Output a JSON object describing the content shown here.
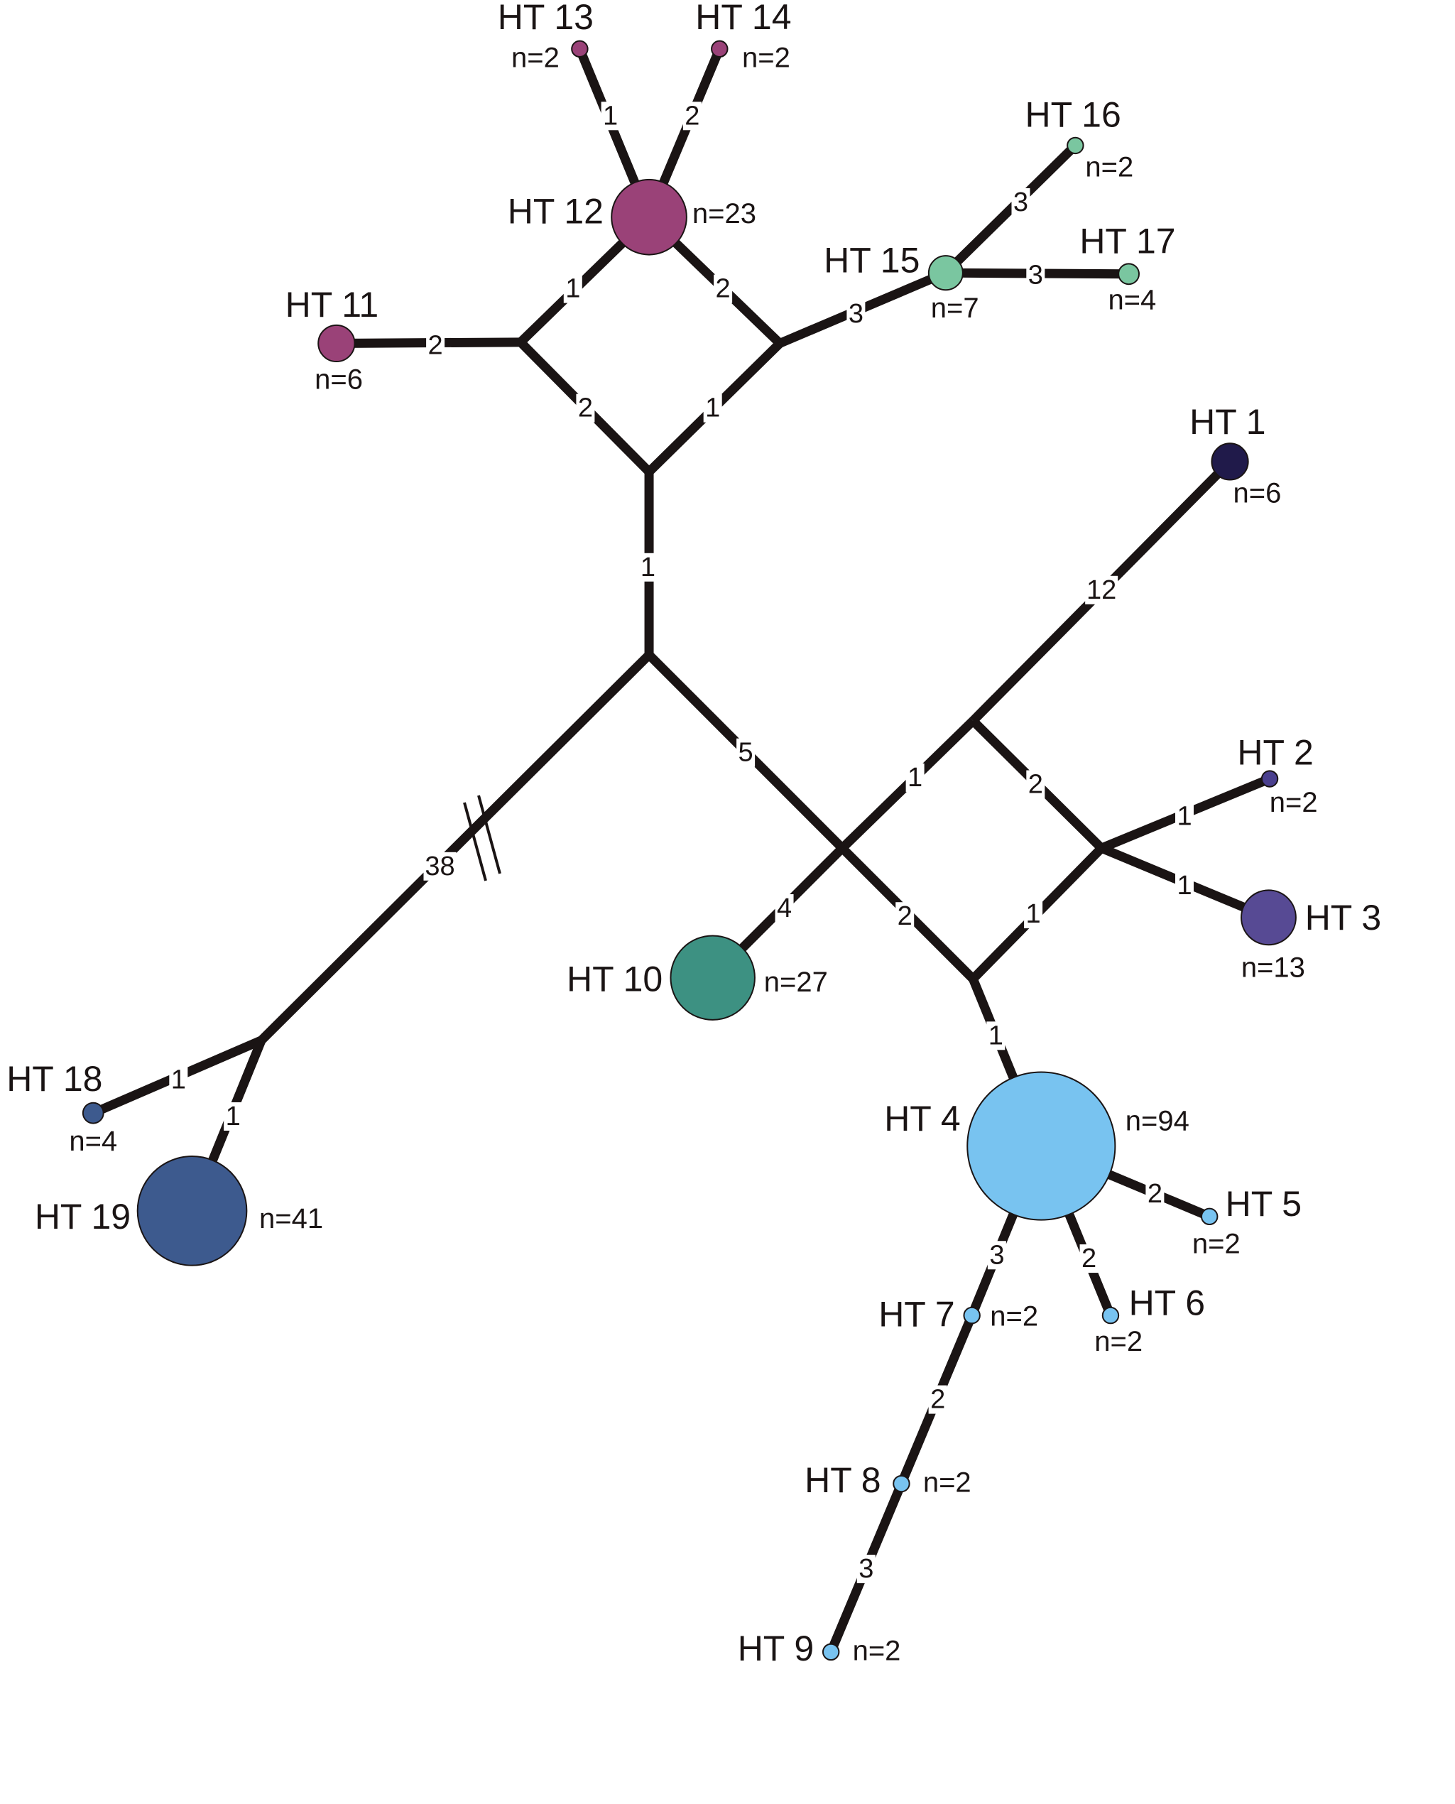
{
  "haplotypes": [
    {
      "id": "HT1",
      "name": "HT 1",
      "count": "n=6",
      "color": "#201a4a"
    },
    {
      "id": "HT2",
      "name": "HT 2",
      "count": "n=2",
      "color": "#4a3f8e"
    },
    {
      "id": "HT3",
      "name": "HT 3",
      "count": "n=13",
      "color": "#574a94"
    },
    {
      "id": "HT4",
      "name": "HT 4",
      "count": "n=94",
      "color": "#78c3f0"
    },
    {
      "id": "HT5",
      "name": "HT 5",
      "count": "n=2",
      "color": "#78c3f0"
    },
    {
      "id": "HT6",
      "name": "HT 6",
      "count": "n=2",
      "color": "#78c3f0"
    },
    {
      "id": "HT7",
      "name": "HT 7",
      "count": "n=2",
      "color": "#78c3f0"
    },
    {
      "id": "HT8",
      "name": "HT 8",
      "count": "n=2",
      "color": "#78c3f0"
    },
    {
      "id": "HT9",
      "name": "HT 9",
      "count": "n=2",
      "color": "#78c3f0"
    },
    {
      "id": "HT10",
      "name": "HT 10",
      "count": "n=27",
      "color": "#3d9182"
    },
    {
      "id": "HT11",
      "name": "HT 11",
      "count": "n=6",
      "color": "#9a4278"
    },
    {
      "id": "HT12",
      "name": "HT 12",
      "count": "n=23",
      "color": "#9a4278"
    },
    {
      "id": "HT13",
      "name": "HT 13",
      "count": "n=2",
      "color": "#9a4278"
    },
    {
      "id": "HT14",
      "name": "HT 14",
      "count": "n=2",
      "color": "#9a4278"
    },
    {
      "id": "HT15",
      "name": "HT 15",
      "count": "n=7",
      "color": "#7ac6a0"
    },
    {
      "id": "HT16",
      "name": "HT 16",
      "count": "n=2",
      "color": "#7ac6a0"
    },
    {
      "id": "HT17",
      "name": "HT 17",
      "count": "n=4",
      "color": "#7ac6a0"
    },
    {
      "id": "HT18",
      "name": "HT 18",
      "count": "n=4",
      "color": "#3d5a8e"
    },
    {
      "id": "HT19",
      "name": "HT 19",
      "count": "n=41",
      "color": "#3d5a8e"
    }
  ],
  "edges": [
    {
      "from": "HT13",
      "to": "HT12",
      "label": "1"
    },
    {
      "from": "HT14",
      "to": "HT12",
      "label": "2"
    },
    {
      "from": "HT12",
      "to": "V1",
      "label": "1"
    },
    {
      "from": "HT12",
      "to": "V2",
      "label": "2"
    },
    {
      "from": "HT11",
      "to": "V1",
      "label": "2"
    },
    {
      "from": "V1",
      "to": "V3",
      "label": "2"
    },
    {
      "from": "V2",
      "to": "V3",
      "label": "1"
    },
    {
      "from": "V2",
      "to": "HT15",
      "label": "3"
    },
    {
      "from": "HT15",
      "to": "HT16",
      "label": "3"
    },
    {
      "from": "HT15",
      "to": "HT17",
      "label": "3"
    },
    {
      "from": "V3",
      "to": "V4",
      "label": "1"
    },
    {
      "from": "V4",
      "to": "V5",
      "label": "38"
    },
    {
      "from": "V5",
      "to": "HT18",
      "label": "1"
    },
    {
      "from": "V5",
      "to": "HT19",
      "label": "1"
    },
    {
      "from": "V4",
      "to": "V6",
      "label": "5"
    },
    {
      "from": "V6",
      "to": "HT10",
      "label": "4"
    },
    {
      "from": "V6",
      "to": "V7",
      "label": "1"
    },
    {
      "from": "V7",
      "to": "HT1",
      "label": "12"
    },
    {
      "from": "V7",
      "to": "V8",
      "label": "2"
    },
    {
      "from": "V6",
      "to": "V9",
      "label": "2"
    },
    {
      "from": "V9",
      "to": "V8",
      "label": "1"
    },
    {
      "from": "V8",
      "to": "HT2",
      "label": "1"
    },
    {
      "from": "V8",
      "to": "HT3",
      "label": "1"
    },
    {
      "from": "V9",
      "to": "HT4",
      "label": "1"
    },
    {
      "from": "HT4",
      "to": "HT5",
      "label": "2"
    },
    {
      "from": "HT4",
      "to": "HT6",
      "label": "2"
    },
    {
      "from": "HT4",
      "to": "HT7",
      "label": "3"
    },
    {
      "from": "HT7",
      "to": "HT8",
      "label": "2"
    },
    {
      "from": "HT8",
      "to": "HT9",
      "label": "3"
    }
  ]
}
